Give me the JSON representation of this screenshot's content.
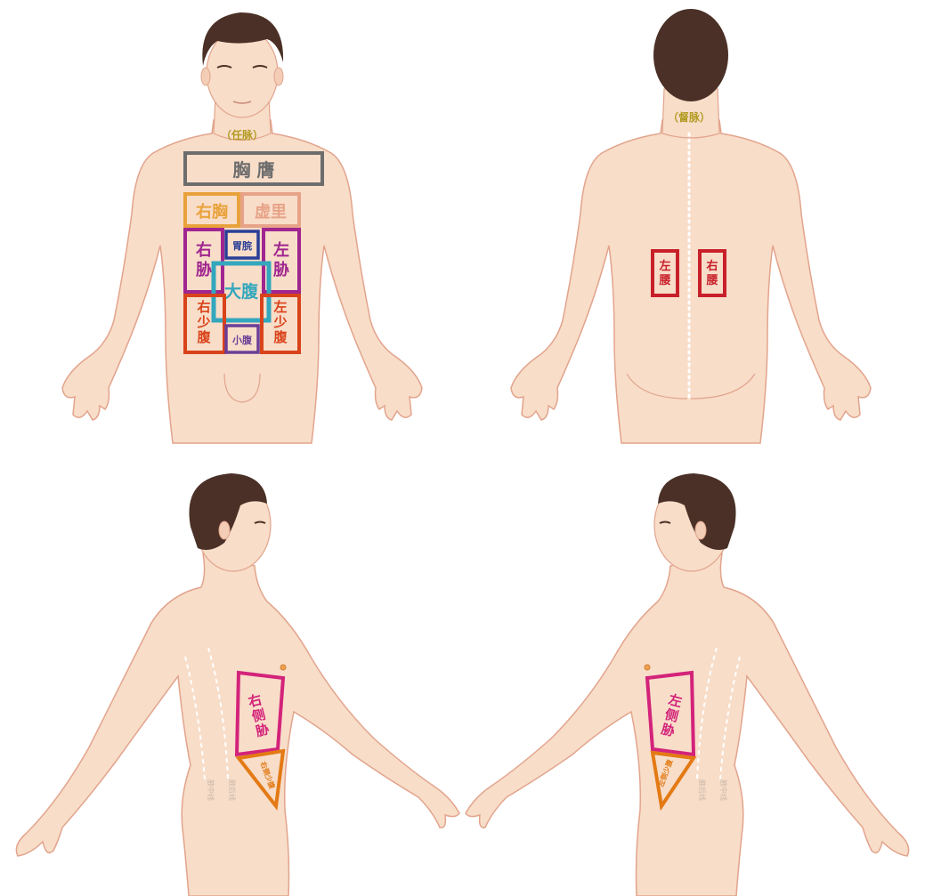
{
  "colors": {
    "skin": "#f8ddc9",
    "skin_outline": "#e2a48c",
    "hair": "#4a3026",
    "chest_box": "#6d6d6d",
    "right_chest": "#e9a23b",
    "xuli": "#e7a388",
    "flank": "#a0258f",
    "wei_wan": "#2a3f97",
    "da_fu": "#33a7bd",
    "lower_abdomen": "#d9431a",
    "xiao_fu": "#6a3f96",
    "yao": "#c8202a",
    "side_flank": "#d3237a",
    "side_lower": "#e37a14",
    "meridian_label": "#b29a20",
    "line_label": "#c9b8a8"
  },
  "front": {
    "meridian": "（任脉）",
    "xiong_ying": "胸 膺",
    "you_xiong": "右胸",
    "xu_li": "虚里",
    "wei_wan": "胃脘",
    "you_xie": "右胁",
    "zuo_xie": "左胁",
    "da_fu": "大腹",
    "you_shao_fu": "右少腹",
    "zuo_shao_fu": "左少腹",
    "xiao_fu": "小腹"
  },
  "back": {
    "meridian": "（督脉）",
    "zuo_yao": "左腰",
    "you_yao": "右腰"
  },
  "side_right": {
    "flank": "右侧胁",
    "lower": "右侧少腹",
    "line1": "腋中线",
    "line2": "腋后线"
  },
  "side_left": {
    "flank": "左侧胁",
    "lower": "左侧少腹",
    "line1": "腋中线",
    "line2": "腋后线"
  }
}
